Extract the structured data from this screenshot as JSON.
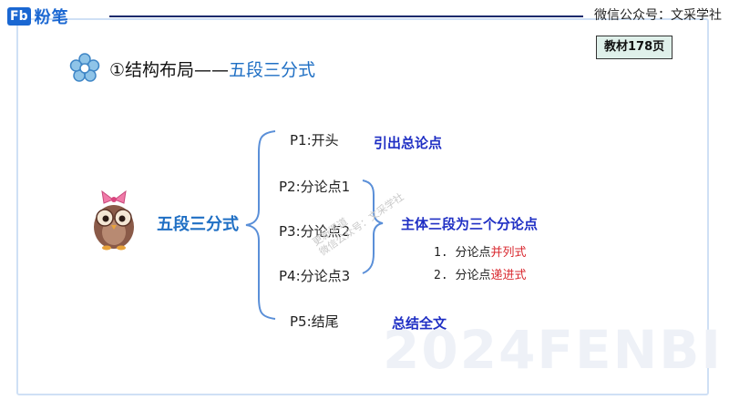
{
  "header": {
    "logo_mark": "Fb",
    "logo_text": "粉笔",
    "account": "微信公众号：文采学社",
    "page_ref": "教材178页"
  },
  "heading": {
    "prefix": "①结构布局——",
    "highlight": "五段三分式"
  },
  "diagram": {
    "center": "五段三分式",
    "parts": [
      "P1:开头",
      "P2:分论点1",
      "P3:分论点2",
      "P4:分论点3",
      "P5:结尾"
    ],
    "notes": {
      "intro": "引出总论点",
      "body": "主体三段为三个分论点",
      "conclusion": "总结全文"
    },
    "sub_items": [
      {
        "prefix": "1. 分论点",
        "emph": "并列式"
      },
      {
        "prefix": "2. 分论点",
        "emph": "递进式"
      }
    ]
  },
  "watermark": {
    "big": "2024FENBI",
    "stamp_line1": "更新渠道",
    "stamp_line2": "微信公众号：文采学社"
  },
  "colors": {
    "brand": "#1a67d2",
    "accent_blue": "#1f6fc4",
    "note_blue": "#1f2fc4",
    "emphasis_red": "#d9282f",
    "brace": "#5a8fd8"
  }
}
